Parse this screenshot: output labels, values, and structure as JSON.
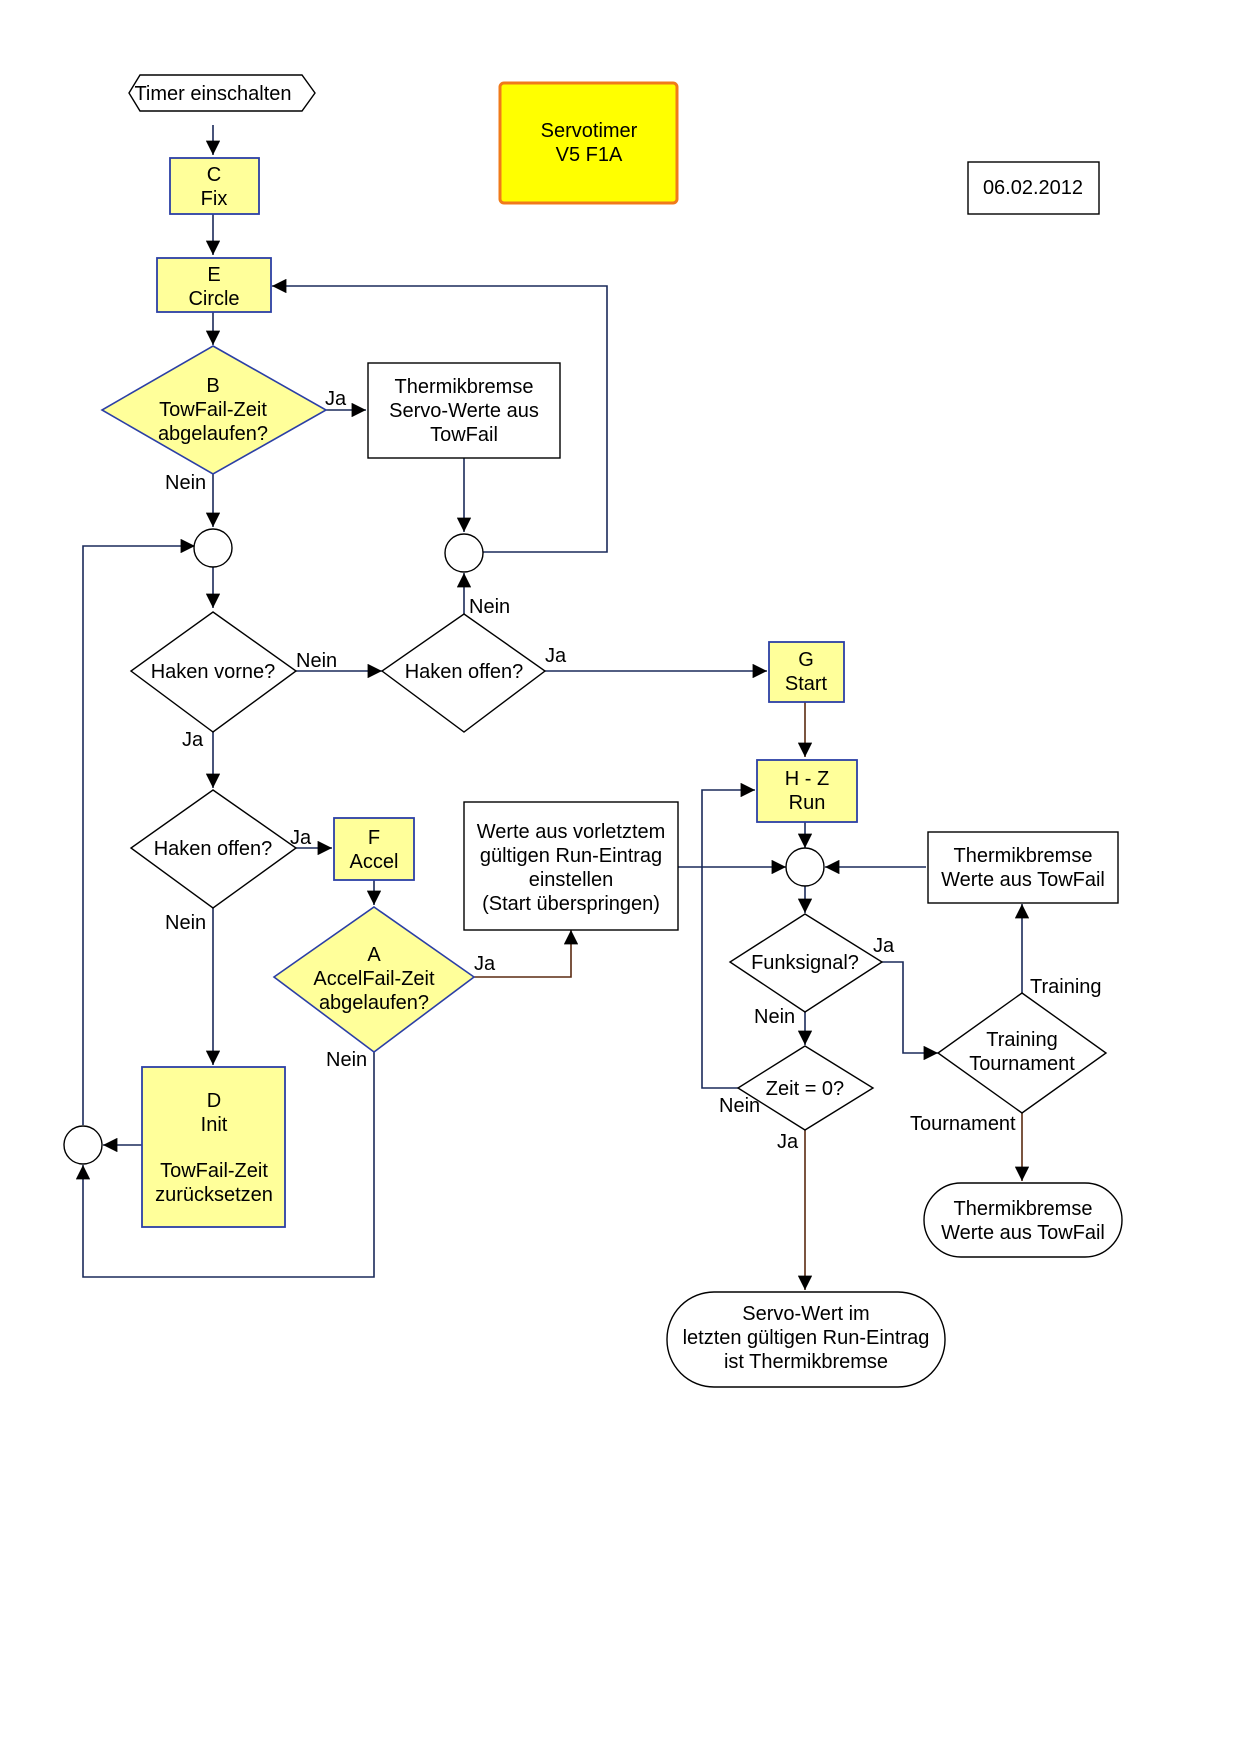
{
  "title_box": {
    "line1": "Servotimer",
    "line2": "V5 F1A"
  },
  "date": "06.02.2012",
  "nodes": {
    "start": "Timer einschalten",
    "c": {
      "l1": "C",
      "l2": "Fix"
    },
    "e": {
      "l1": "E",
      "l2": "Circle"
    },
    "b": {
      "l1": "B",
      "l2": "TowFail-Zeit",
      "l3": "abgelaufen?"
    },
    "therm1": {
      "l1": "Thermikbremse",
      "l2": "Servo-Werte aus",
      "l3": "TowFail"
    },
    "haken_vorne": "Haken vorne?",
    "haken_offen1": "Haken offen?",
    "haken_offen2": "Haken offen?",
    "f": {
      "l1": "F",
      "l2": "Accel"
    },
    "a": {
      "l1": "A",
      "l2": "AccelFail-Zeit",
      "l3": "abgelaufen?"
    },
    "werte": {
      "l1": "Werte aus vorletztem",
      "l2": "gültigen Run-Eintrag",
      "l3": "einstellen",
      "l4": "(Start überspringen)"
    },
    "g": {
      "l1": "G",
      "l2": "Start"
    },
    "hz": {
      "l1": "H - Z",
      "l2": "Run"
    },
    "therm2": {
      "l1": "Thermikbremse",
      "l2": "Werte aus TowFail"
    },
    "funk": "Funksignal?",
    "training": {
      "l1": "Training",
      "l2": "Tournament"
    },
    "zeit": "Zeit = 0?",
    "d": {
      "l1": "D",
      "l2": "Init",
      "l3": "TowFail-Zeit",
      "l4": "zurücksetzen"
    },
    "therm3": {
      "l1": "Thermikbremse",
      "l2": "Werte aus TowFail"
    },
    "servo": {
      "l1": "Servo-Wert im",
      "l2": "letzten gültigen Run-Eintrag",
      "l3": "ist Thermikbremse"
    }
  },
  "labels": {
    "ja": "Ja",
    "nein": "Nein",
    "training": "Training",
    "tournament": "Tournament"
  }
}
